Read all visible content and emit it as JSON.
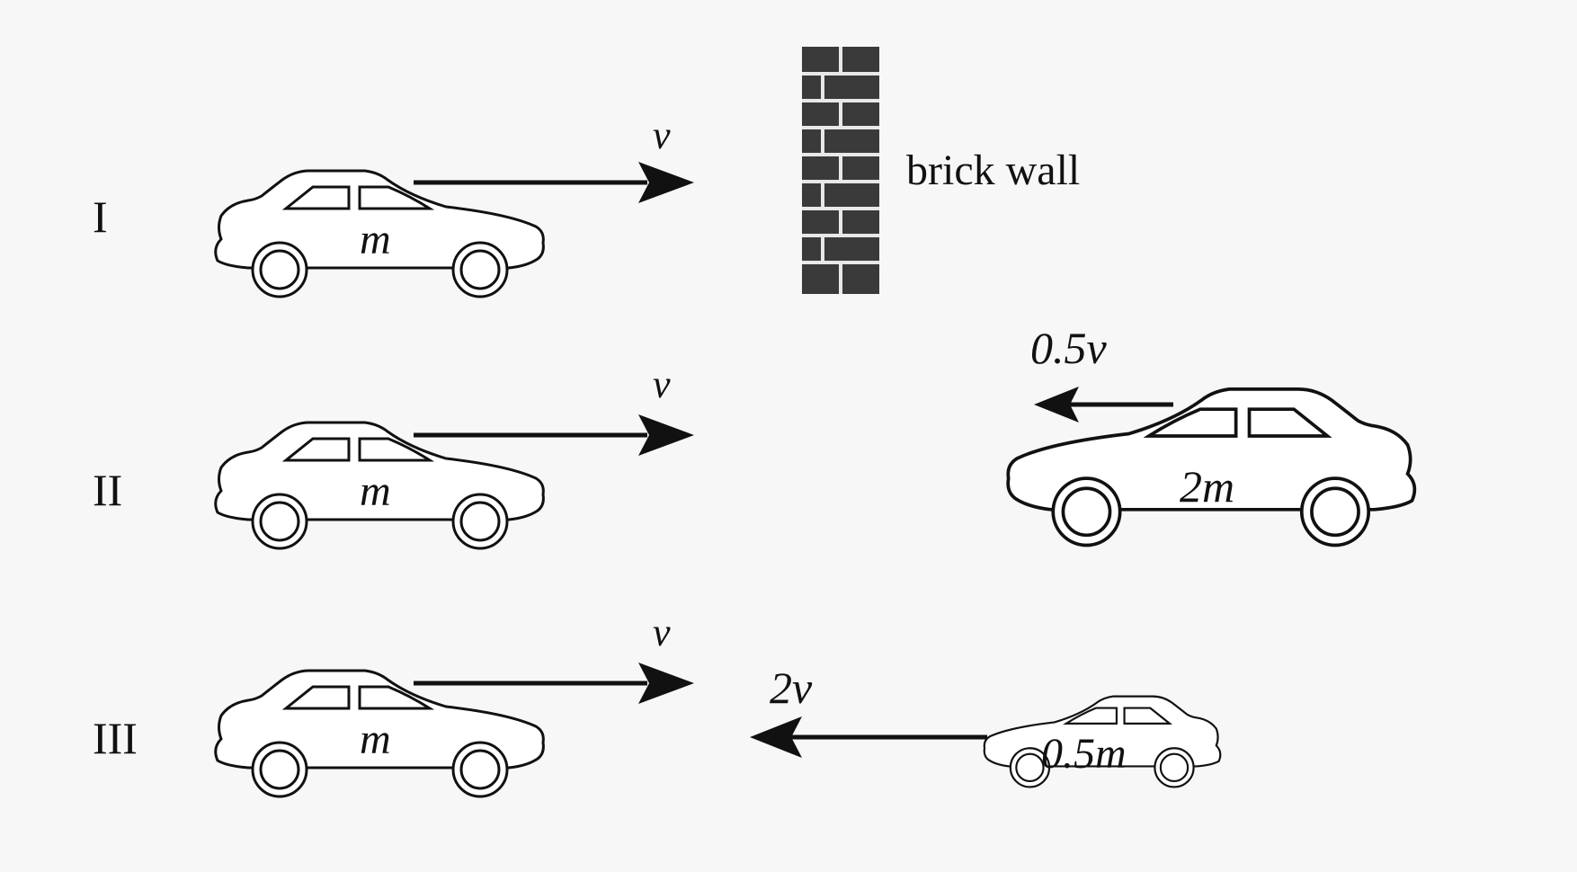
{
  "scenarios": [
    {
      "label": "I",
      "left_car": {
        "mass": "m",
        "velocity": "v"
      },
      "right_object": {
        "type": "wall",
        "label": "brick wall"
      }
    },
    {
      "label": "II",
      "left_car": {
        "mass": "m",
        "velocity": "v"
      },
      "right_object": {
        "type": "car",
        "mass": "2m",
        "velocity": "0.5v"
      }
    },
    {
      "label": "III",
      "left_car": {
        "mass": "m",
        "velocity": "v"
      },
      "right_object": {
        "type": "car",
        "mass": "0.5m",
        "velocity": "2v"
      }
    }
  ],
  "colors": {
    "background": "#f7f7f7",
    "ink": "#111111",
    "brick": "#3a3a3a",
    "mortar": "#e8e8e8"
  }
}
